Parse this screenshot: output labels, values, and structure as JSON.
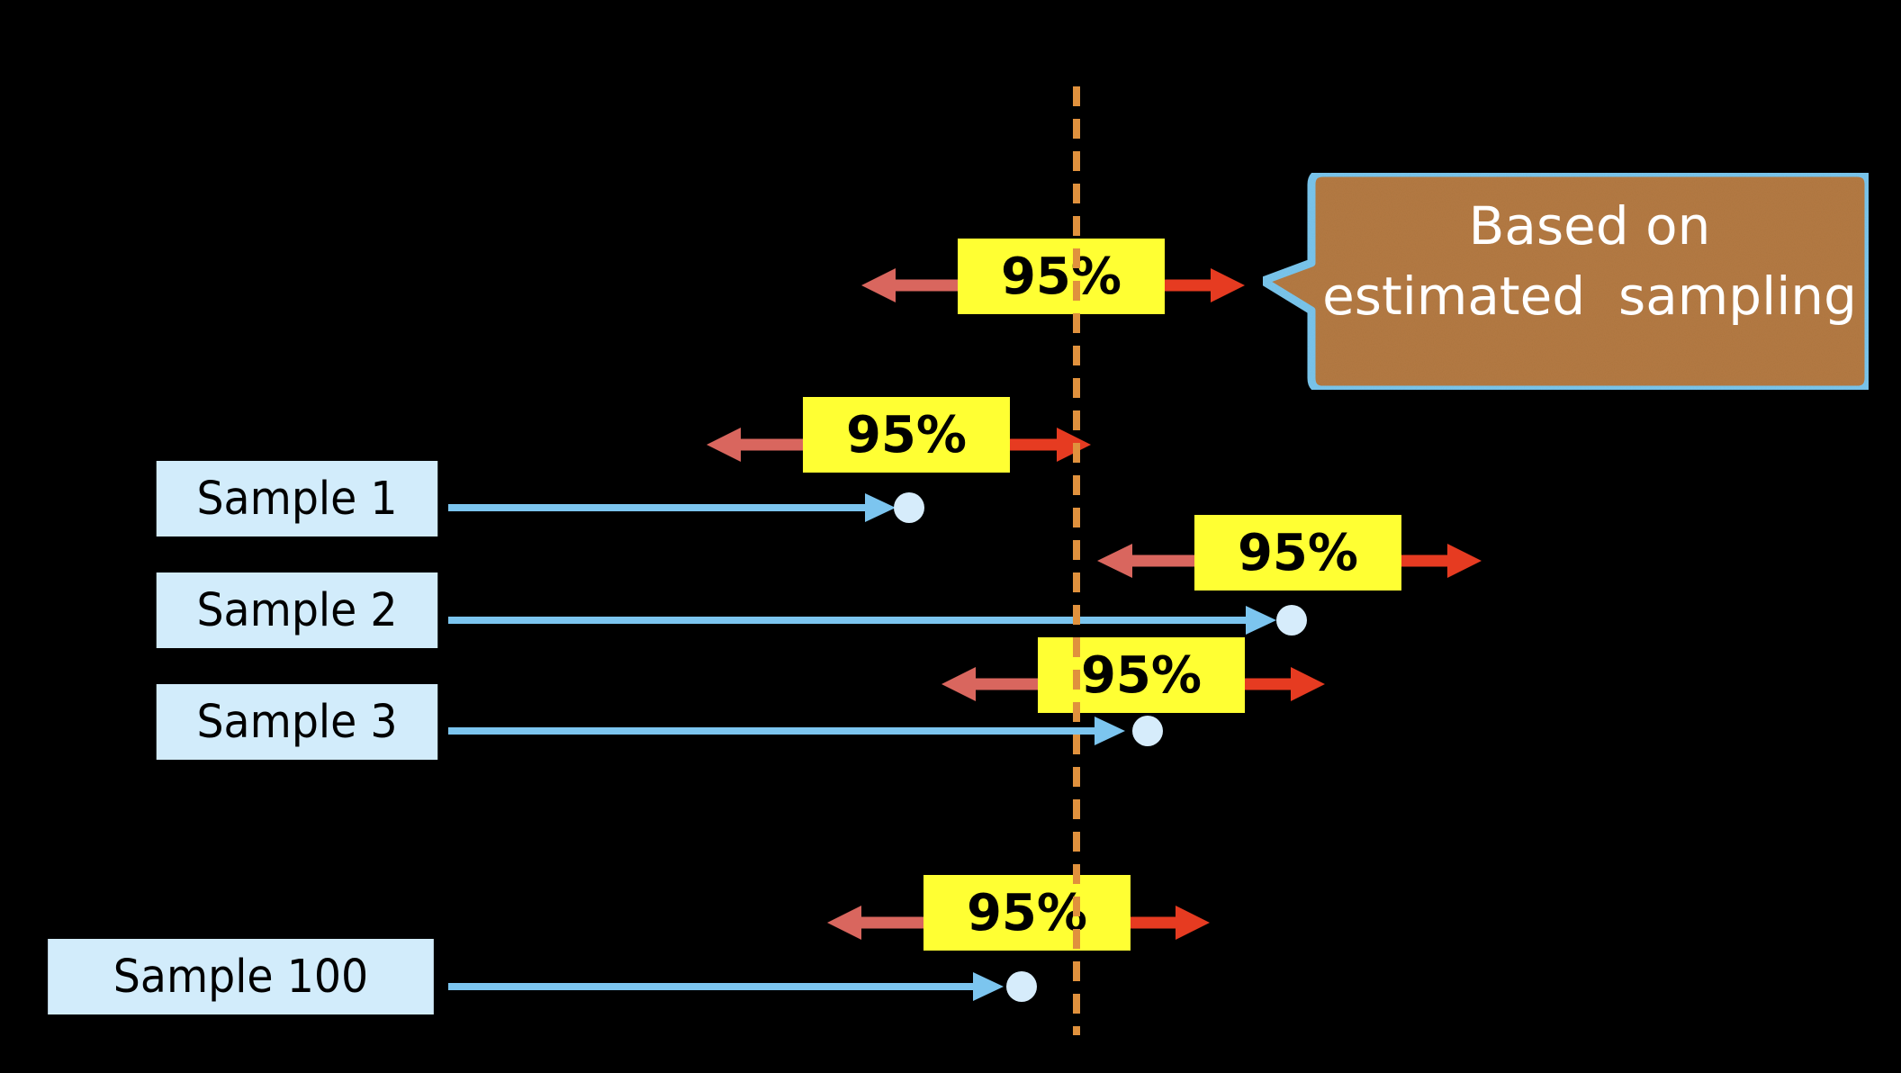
{
  "samples": [
    {
      "label": "Sample 1",
      "ci_label": "95%"
    },
    {
      "label": "Sample 2",
      "ci_label": "95%"
    },
    {
      "label": "Sample 3",
      "ci_label": "95%"
    },
    {
      "label": "Sample 100",
      "ci_label": "95%"
    }
  ],
  "population": {
    "ci_label": "95%"
  },
  "callout": {
    "line1": "Based on",
    "line2": "estimated  sampling"
  },
  "colors": {
    "background": "#000000",
    "sample_box": "#d2ecfb",
    "sample_arrow": "#7cc5ef",
    "sample_point": "#d6ecfb",
    "ci_box": "#ffff33",
    "ci_arrow_left": "#d9665e",
    "ci_arrow_right": "#e63b21",
    "true_value_line": "#e0913d",
    "callout_fill": "#b67c45",
    "callout_border": "#7cc8ef"
  }
}
